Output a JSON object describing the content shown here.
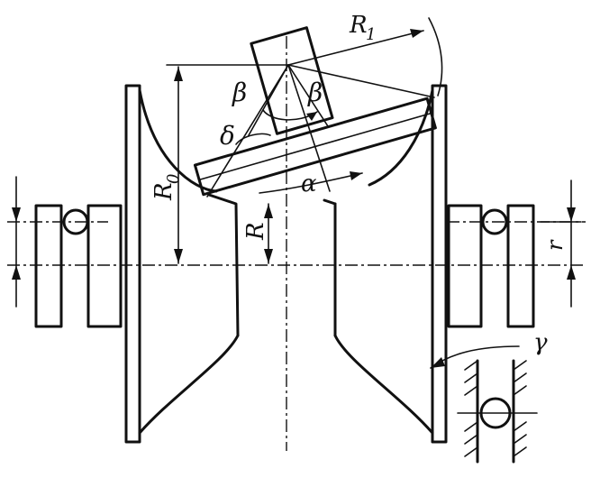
{
  "labels": {
    "R1": "R",
    "R1_sub": "1",
    "R0": "R",
    "R0_sub": "0",
    "R": "R",
    "r": "r",
    "beta_left": "β",
    "beta_right": "β",
    "delta": "δ",
    "alpha": "α",
    "gamma": "γ"
  }
}
